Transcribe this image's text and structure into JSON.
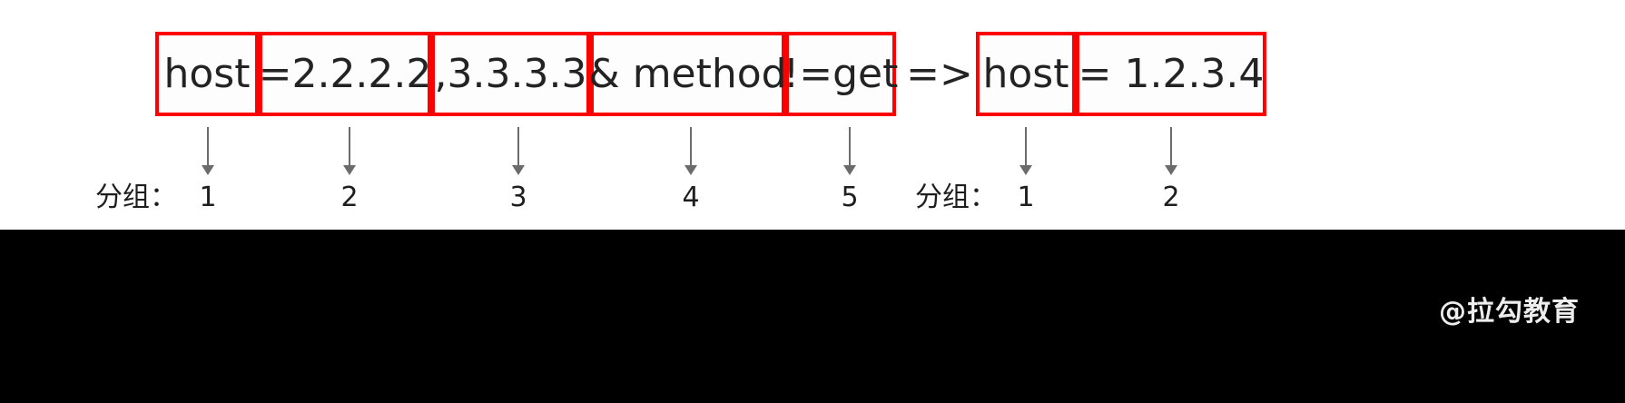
{
  "slide": {
    "background_white": "#ffffff",
    "background_black": "#000000",
    "box_border_color": "#fd0000",
    "arrow_color": "#6b6b6b",
    "text_color": "#232323"
  },
  "expression": {
    "full_text": "host =2.2.2.2 ,3.3.3.3 & method !=get => host = 1.2.3.4",
    "tokens": [
      {
        "text": "host",
        "boxed": true,
        "group": "left",
        "group_number": "1"
      },
      {
        "text": "=2.2.2.2",
        "boxed": true,
        "group": "left",
        "group_number": "2"
      },
      {
        "text": ",3.3.3.3",
        "boxed": true,
        "group": "left",
        "group_number": "3"
      },
      {
        "text": "& method",
        "boxed": true,
        "group": "left",
        "group_number": "4"
      },
      {
        "text": "!=get",
        "boxed": true,
        "group": "left",
        "group_number": "5"
      },
      {
        "text": "=>",
        "boxed": false,
        "group": "none",
        "group_number": ""
      },
      {
        "text": "host",
        "boxed": true,
        "group": "right",
        "group_number": "1"
      },
      {
        "text": "= 1.2.3.4",
        "boxed": true,
        "group": "right",
        "group_number": "2"
      }
    ]
  },
  "labels": {
    "left_caption": "分组：",
    "left_numbers": [
      "1",
      "2",
      "3",
      "4",
      "5"
    ],
    "right_caption": "分组：",
    "right_numbers": [
      "1",
      "2"
    ]
  },
  "watermark": {
    "text": "@拉勾教育"
  }
}
